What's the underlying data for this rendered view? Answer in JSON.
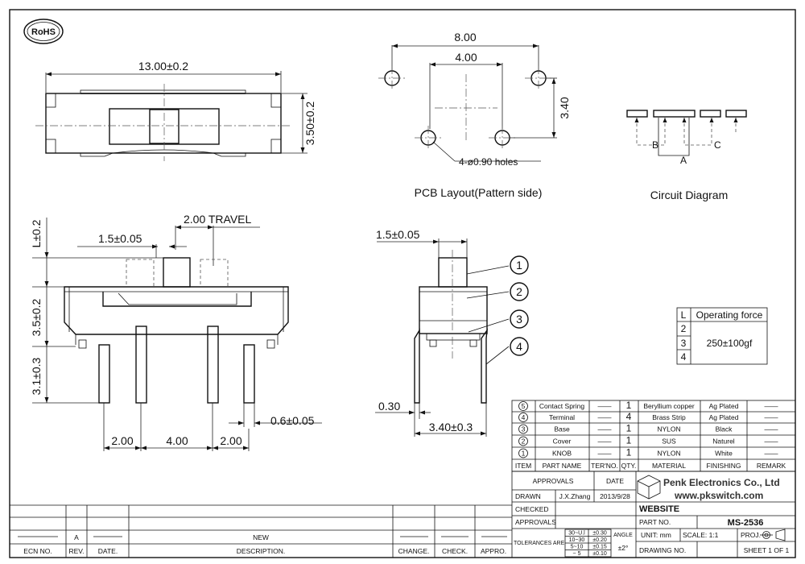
{
  "logo": {
    "rohs": "RoHS"
  },
  "front_view": {
    "width_dim": "13.00±0.2",
    "height_dim": "3.50±0.2"
  },
  "pcb_layout": {
    "dim_outer": "8.00",
    "dim_inner": "4.00",
    "dim_vertical": "3.40",
    "holes_label": "4-ø0.90 holes",
    "caption": "PCB Layout(Pattern side)"
  },
  "circuit": {
    "label_b": "B",
    "label_c": "C",
    "label_a": "A",
    "caption": "Circuit Diagram"
  },
  "side_view": {
    "travel": "2.00 TRAVEL",
    "knob_width": "1.5±0.05",
    "left_dim_top": "L±0.2",
    "left_dim_mid": "3.5±0.2",
    "left_dim_bottom": "3.1±0.3",
    "pin_width": "0.6±0.05",
    "pitch_left": "2.00",
    "pitch_mid": "4.00",
    "pitch_right": "2.00"
  },
  "end_view": {
    "knob_width": "1.5±0.05",
    "lead_thickness": "0.30",
    "width_dim": "3.40±0.3",
    "callouts": [
      "1",
      "2",
      "3",
      "4"
    ]
  },
  "operating_force": {
    "header_l": "L",
    "header_force": "Operating force",
    "rows": [
      "2",
      "3",
      "4"
    ],
    "value": "250±100gf"
  },
  "bom": {
    "rows": [
      {
        "item": "5",
        "name": "Contact Spring",
        "dash": "——",
        "qty": "1",
        "material": "Beryllium copper",
        "finishing": "Ag Plated",
        "remark": "——"
      },
      {
        "item": "4",
        "name": "Terminal",
        "dash": "——",
        "qty": "4",
        "material": "Brass Strip",
        "finishing": "Ag Plated",
        "remark": "——"
      },
      {
        "item": "3",
        "name": "Base",
        "dash": "——",
        "qty": "1",
        "material": "NYLON",
        "finishing": "Black",
        "remark": "——"
      },
      {
        "item": "2",
        "name": "Cover",
        "dash": "——",
        "qty": "1",
        "material": "SUS",
        "finishing": "Naturel",
        "remark": "——"
      },
      {
        "item": "1",
        "name": "KNOB",
        "dash": "——",
        "qty": "1",
        "material": "NYLON",
        "finishing": "White",
        "remark": "——"
      }
    ],
    "headers": {
      "item": "ITEM",
      "name": "PART NAME",
      "ter": "TER'NO.",
      "qty": "QTY.",
      "material": "MATERIAL",
      "finishing": "FINISHING",
      "remark": "REMARK"
    }
  },
  "title_block": {
    "approvals": "APPROVALS",
    "date": "DATE",
    "company": "Penk Electronics Co., Ltd",
    "website_url": "www.pkswitch.com",
    "drawn": "DRAWN",
    "drawn_by": "J.X.Zhang",
    "drawn_date": "2013/9/28",
    "checked": "CHECKED",
    "approvals2": "APPROVALS",
    "website": "WEBSITE",
    "part_no_label": "PART NO.",
    "part_no": "MS-2536",
    "tolerances_label": "TOLERANCES ARE",
    "tol_rows": [
      {
        "range": "30~U.l",
        "val": "±0.30"
      },
      {
        "range": "10~30",
        "val": "±0.20"
      },
      {
        "range": "5~10",
        "val": "±0.15"
      },
      {
        "range": "~ 5",
        "val": "±0.10"
      }
    ],
    "angle_label": "ANGLE",
    "angle_val": "±2°",
    "unit": "UNIT: mm",
    "scale": "SCALE:  1:1",
    "proj": "PROJ.",
    "drawing_no": "DRAWING NO.",
    "sheet": "SHEET  1 OF 1"
  },
  "revision": {
    "rev_letter": "A",
    "new_label": "NEW",
    "headers": {
      "ecn": "ECN NO.",
      "rev": "REV.",
      "date": "DATE.",
      "desc": "DESCRIPTION.",
      "change": "CHANGE.",
      "check": "CHECK.",
      "appro": "APPRO."
    }
  }
}
